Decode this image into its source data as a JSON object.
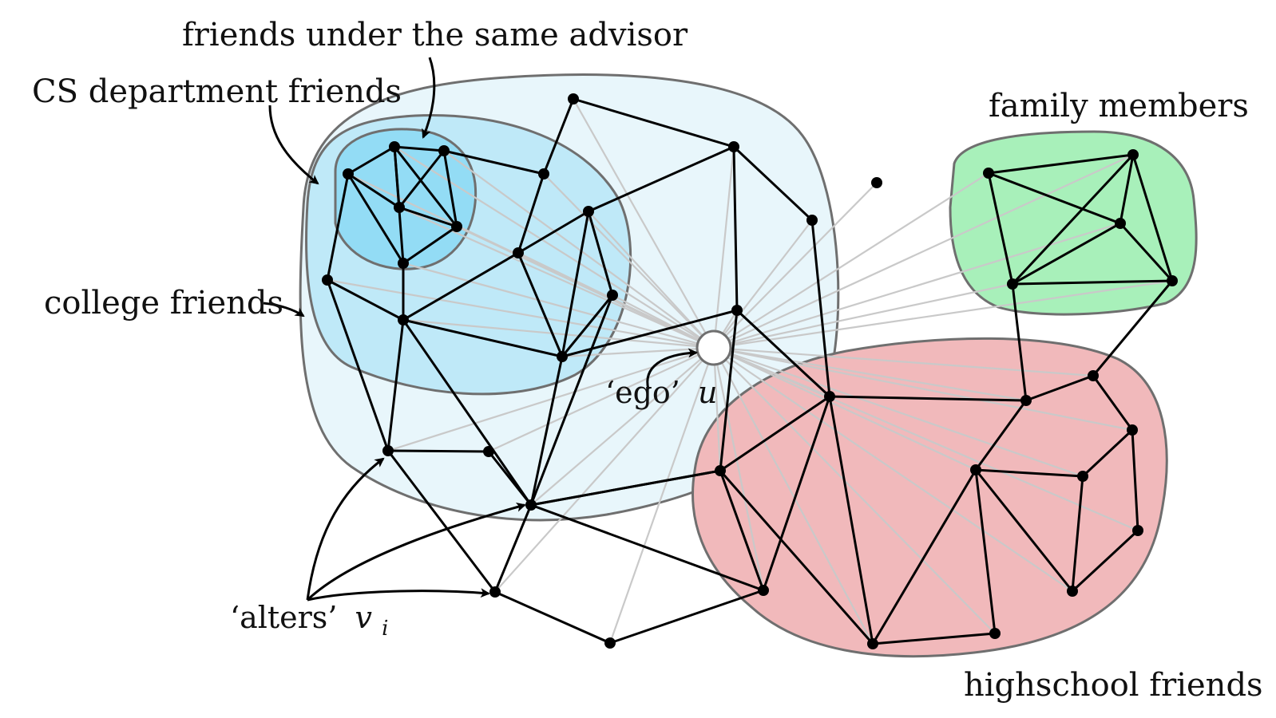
{
  "labels": {
    "advisor": "friends under the same advisor",
    "cs_dept": "CS department friends",
    "college": "college friends",
    "family": "family members",
    "highschool": "highschool friends",
    "ego_quote": "‘ego’",
    "ego_var": "u",
    "alters_quote": "‘alters’",
    "alters_var": "v",
    "alters_sub": "i"
  },
  "colors": {
    "college_fill": "#e8f6fb",
    "cs_fill": "#bfe9f8",
    "advisor_fill": "#93dcf5",
    "family_fill": "#a8f0ba",
    "highschool_fill": "#f1b9bb",
    "edge": "#000000",
    "ego_edge": "#c9c9c9"
  }
}
